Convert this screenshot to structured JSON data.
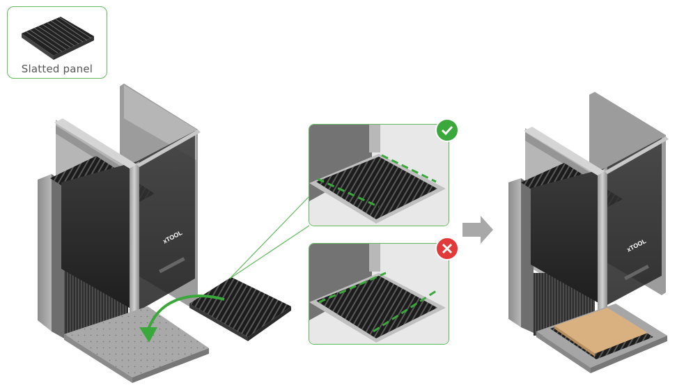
{
  "legend": {
    "label": "Slatted panel"
  },
  "machine_left": {
    "brand": "xTOOL"
  },
  "machine_right": {
    "brand": "xTOOL"
  },
  "inset_correct": {
    "status": "correct",
    "color": "#3aa83a"
  },
  "inset_incorrect": {
    "status": "incorrect",
    "color": "#e03a3a"
  },
  "colors": {
    "accent_green": "#5fb85a",
    "arrow_grey": "#a8a8a8",
    "wood": "#d9b07f"
  }
}
